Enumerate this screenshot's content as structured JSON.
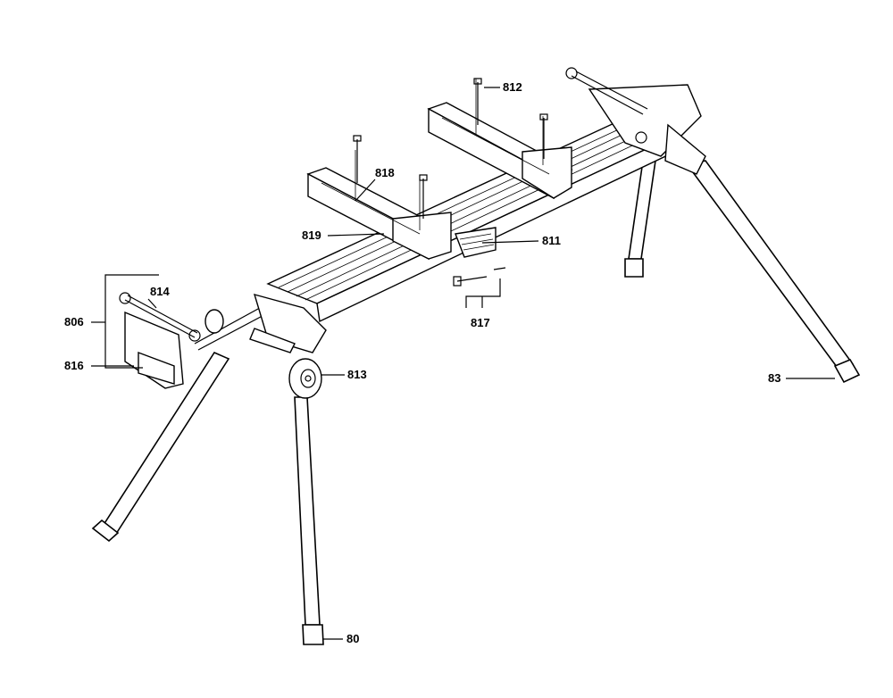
{
  "diagram": {
    "labels": [
      {
        "id": "812",
        "text": "812"
      },
      {
        "id": "818",
        "text": "818"
      },
      {
        "id": "819",
        "text": "819"
      },
      {
        "id": "811",
        "text": "811"
      },
      {
        "id": "814",
        "text": "814"
      },
      {
        "id": "806",
        "text": "806"
      },
      {
        "id": "817",
        "text": "817"
      },
      {
        "id": "816",
        "text": "816"
      },
      {
        "id": "813",
        "text": "813"
      },
      {
        "id": "83",
        "text": "83"
      },
      {
        "id": "80",
        "text": "80"
      }
    ]
  }
}
